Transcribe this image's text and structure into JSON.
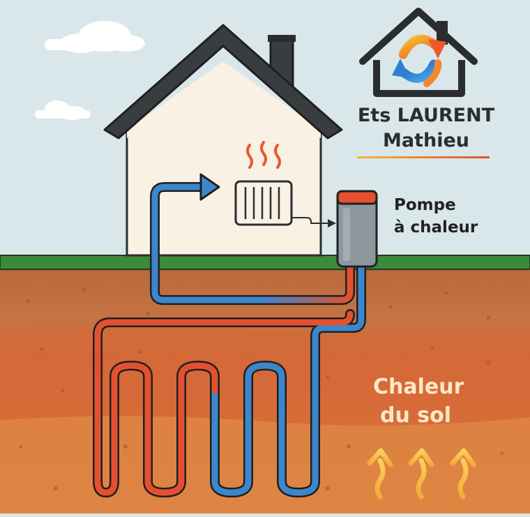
{
  "brand": {
    "name_line1": "Ets LAURENT",
    "name_line2": "Mathieu"
  },
  "labels": {
    "heat_pump_line1": "Pompe",
    "heat_pump_line2": "à chaleur",
    "ground_heat_line1": "Chaleur",
    "ground_heat_line2": "du sol"
  },
  "colors": {
    "sky": "#d9e7ea",
    "grass": "#3c8a3c",
    "soil_top": "#c0703f",
    "soil_mid": "#d56a36",
    "soil_bottom": "#de8a45",
    "hot_pipe": "#e4502f",
    "cold_pipe": "#3d86cc",
    "house_wall": "#f8f1e4",
    "roof": "#3a3d3f",
    "heat_arrows": "#f7b83a",
    "accent_orange": "#f28a2c",
    "accent_blue": "#2f7fd0"
  },
  "icons": [
    "cloud-icon",
    "house-logo-icon",
    "heat-waves-icon",
    "radiator-icon",
    "heat-pump-icon",
    "rising-heat-arrow-icon"
  ]
}
